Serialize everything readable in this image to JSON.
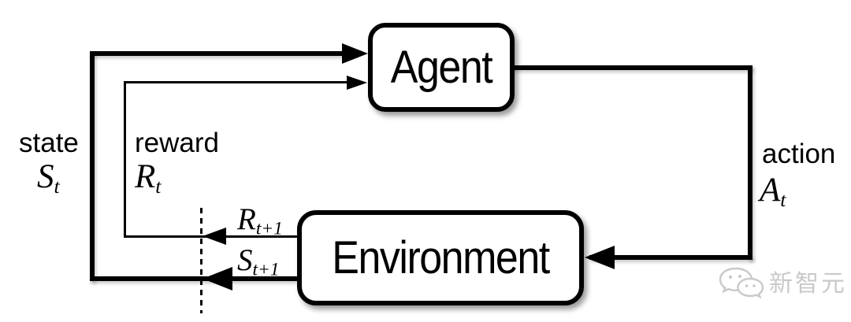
{
  "diagram": {
    "title_hint": "agent-environment interaction loop",
    "agent": {
      "label": "Agent"
    },
    "environment": {
      "label": "Environment"
    },
    "state": {
      "word": "state",
      "sym": "S",
      "sub": "t"
    },
    "reward": {
      "word": "reward",
      "sym": "R",
      "sub": "t"
    },
    "action": {
      "word": "action",
      "sym": "A",
      "sub": "t"
    },
    "next_reward": {
      "sym": "R",
      "sub": "t+1"
    },
    "next_state": {
      "sym": "S",
      "sub": "t+1"
    },
    "colors": {
      "line": "#000000",
      "box_border": "#000000",
      "box_fill": "#ffffff",
      "background": "#ffffff",
      "watermark": "#c9c9c9"
    }
  },
  "watermark": {
    "text": "新智元"
  }
}
